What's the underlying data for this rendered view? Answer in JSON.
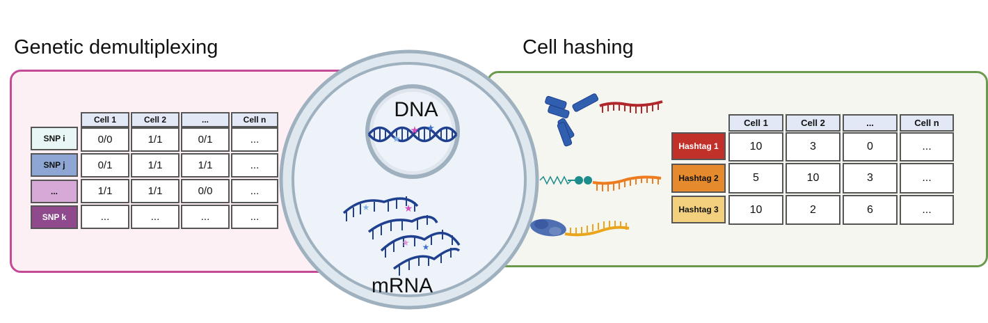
{
  "titles": {
    "left": "Genetic demultiplexing",
    "right": "Cell hashing"
  },
  "cell_labels": {
    "dna": "DNA",
    "mrna": "mRNA"
  },
  "snp_table": {
    "columns": [
      "Cell 1",
      "Cell 2",
      "...",
      "Cell n"
    ],
    "rows": [
      {
        "label": "SNP i",
        "color": "#e9f6f6",
        "values": [
          "0/0",
          "1/1",
          "0/1",
          "..."
        ]
      },
      {
        "label": "SNP j",
        "color": "#8ea6d3",
        "values": [
          "0/1",
          "1/1",
          "1/1",
          "..."
        ]
      },
      {
        "label": "...",
        "color": "#d7a9d6",
        "values": [
          "1/1",
          "1/1",
          "0/0",
          "..."
        ]
      },
      {
        "label": "SNP k",
        "color": "#8e4a8c",
        "values": [
          "...",
          "...",
          "...",
          "..."
        ]
      }
    ]
  },
  "hashtag_table": {
    "columns": [
      "Cell 1",
      "Cell 2",
      "...",
      "Cell n"
    ],
    "rows": [
      {
        "label": "Hashtag 1",
        "color": "#c2302a",
        "values": [
          "10",
          "3",
          "0",
          "..."
        ]
      },
      {
        "label": "Hashtag 2",
        "color": "#e68a2e",
        "values": [
          "5",
          "10",
          "3",
          "..."
        ]
      },
      {
        "label": "Hashtag 3",
        "color": "#f2d07d",
        "values": [
          "10",
          "2",
          "6",
          "..."
        ]
      }
    ]
  },
  "colors": {
    "left_border": "#c54a96",
    "right_border": "#6b9a4f",
    "dna_blue": "#1f3f8f",
    "antibody_blue": "#2f5fae",
    "oligo_red": "#b0262a",
    "oligo_orange": "#ef7b1f",
    "oligo_gold": "#eaa51d",
    "lipid_teal": "#1c8c8c"
  }
}
